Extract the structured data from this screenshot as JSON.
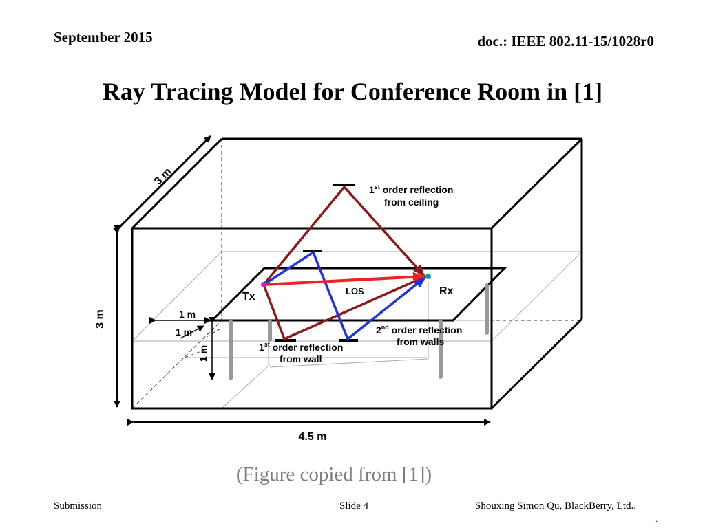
{
  "header": {
    "date": "September 2015",
    "doc": "doc.: IEEE 802.11-15/1028r0"
  },
  "title": "Ray Tracing Model for Conference Room in [1]",
  "diagram": {
    "labels": {
      "depth": "3 m",
      "height": "3 m",
      "width": "4.5 m",
      "tx_offset_x": "1 m",
      "tx_offset_y": "1 m",
      "tx_height": "1 m",
      "tx": "Tx",
      "rx": "Rx",
      "los": "LOS",
      "ceiling_reflection_pre": "1",
      "ceiling_reflection_sup": "st",
      "ceiling_reflection_post": " order reflection",
      "ceiling_reflection_line2": "from ceiling",
      "wall_reflection_pre": "1",
      "wall_reflection_sup": "st",
      "wall_reflection_post": " order reflection",
      "wall_reflection_line2": "from wall",
      "walls_reflection_pre": "2",
      "walls_reflection_sup": "nd",
      "walls_reflection_post": " order reflection",
      "walls_reflection_line2": "from walls"
    },
    "colors": {
      "los": "#ee2222",
      "first_order": "#8b1a1a",
      "second_order": "#2233dd",
      "tx_marker": "#cc22cc",
      "rx_marker": "#119999"
    }
  },
  "caption": "(Figure copied from [1])",
  "footer": {
    "left": "Submission",
    "slide": "Slide 4",
    "author": "Shouxing Simon Qu, BlackBerry, Ltd..",
    "trailing": "."
  }
}
